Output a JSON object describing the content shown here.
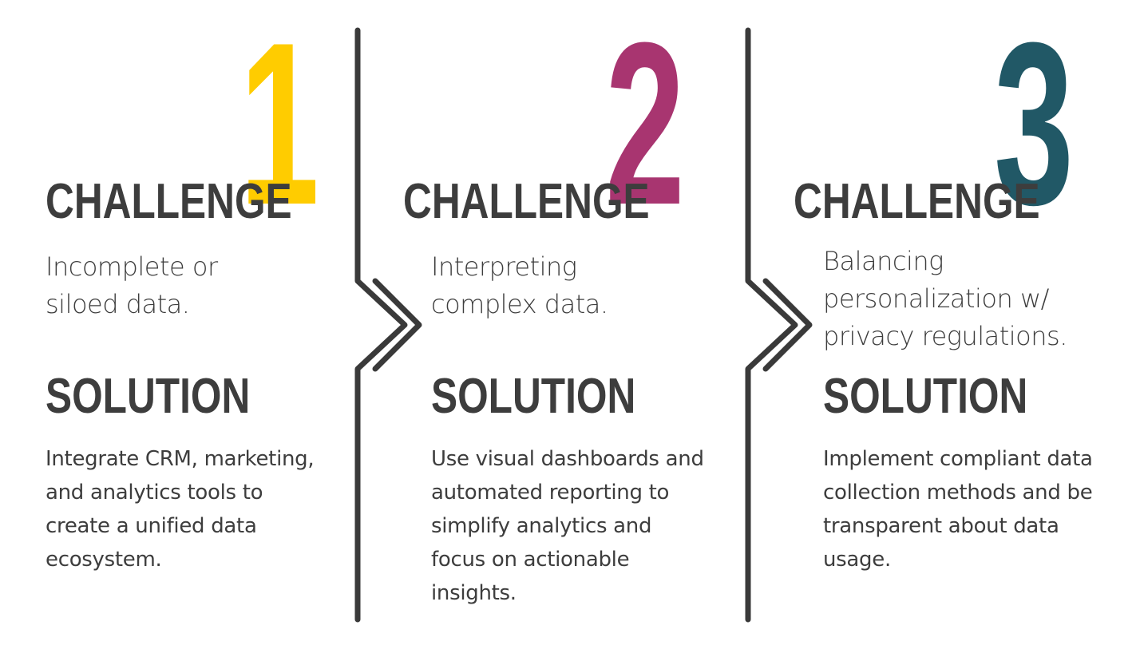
{
  "colors": {
    "text": "#3d3d3d",
    "divider": "#3a3a3a",
    "number_1": "#ffcc00",
    "number_2": "#a83570",
    "number_3": "#215866"
  },
  "steps": [
    {
      "number": "1",
      "challenge_heading": "CHALLENGE",
      "challenge_text": "Incomplete or siloed data.",
      "solution_heading": "SOLUTION",
      "solution_text": "Integrate CRM, marketing, and analytics tools to create a unified data ecosystem."
    },
    {
      "number": "2",
      "challenge_heading": "CHALLENGE",
      "challenge_text": "Interpreting complex data.",
      "solution_heading": "SOLUTION",
      "solution_text": "Use visual dashboards and automated reporting to simplify analytics and focus on actionable insights."
    },
    {
      "number": "3",
      "challenge_heading": "CHALLENGE",
      "challenge_text": "Balancing personalization w/ privacy regulations.",
      "solution_heading": "SOLUTION",
      "solution_text": "Implement compliant data collection methods and be transparent about data usage."
    }
  ]
}
